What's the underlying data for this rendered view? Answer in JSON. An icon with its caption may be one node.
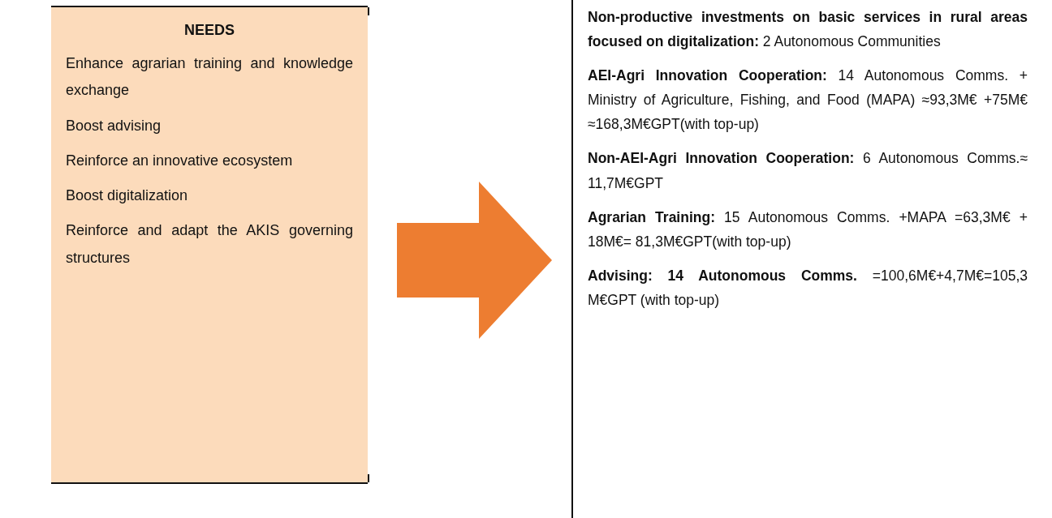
{
  "diagram": {
    "nodes": [
      {
        "text": [
          "NEEDS",
          "Enhance agrarian training and knowledge exchange",
          "Boost advising",
          "Reinforce an innovative ecosystem",
          "Boost digitalization",
          "Reinforce and adapt the AKIS governing structures"
        ]
      },
      {
        "text": [
          "**Non-productive investments on basic services in rural areas focused on digitalization:** 2 Autonomous Communities",
          "**AEI-Agri Innovation Cooperation:** 14 Autonomous Comms. + Ministry of Agriculture, Fishing, and Food (MAPA) ≈93,3M€ +75M€ ≈168,3M€GPT(with top-up)",
          "**Non-AEI-Agri Innovation Cooperation:** 6 Autonomous Comms.≈ 11,7M€GPT",
          "**Agrarian Training:** 15 Autonomous Comms. +MAPA =63,3M€ + 18M€= 81,3M€GPT(with top-up)",
          "**Advising: 14 Autonomous Comms.** =100,6M€+4,7M€=105,3 M€GPT (with top-up)"
        ]
      }
    ],
    "edges": [
      {
        "from": 0,
        "to": 1,
        "arrow": "to",
        "style": "thick",
        "color": "#ed7d31"
      }
    ]
  }
}
